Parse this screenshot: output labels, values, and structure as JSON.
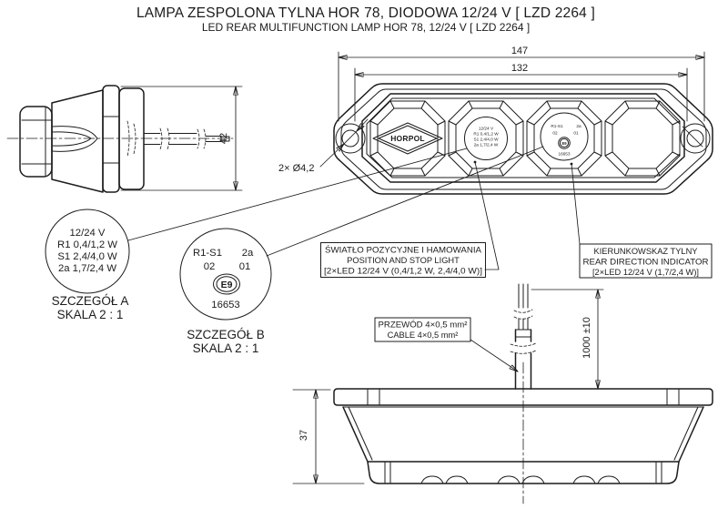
{
  "title": {
    "line1": "LAMPA ZESPOLONA TYLNA HOR 78, DIODOWA 12/24 V [ LZD 2264 ]",
    "line2": "LED REAR MULTIFUNCTION LAMP HOR 78, 12/24 V [ LZD 2264 ]"
  },
  "dimensions": {
    "overall_width": "147",
    "hole_spacing": "132",
    "side_height": "42",
    "body_depth": "37",
    "cable_length": "1000 ±10",
    "hole_callout": "2× Ø4,2"
  },
  "detail_a": {
    "lines": [
      "12/24 V",
      "R1 0,4/1,2 W",
      "S1 2,4/4,0 W",
      "2a 1,7/2,4 W"
    ],
    "caption1": "SZCZEGÓŁ A",
    "caption2": "SKALA 2 : 1"
  },
  "detail_b": {
    "row1_left": "R1-S1",
    "row1_right": "2a",
    "row2_left": "02",
    "row2_right": "01",
    "emark": "E9",
    "approval_number": "16653",
    "caption1": "SZCZEGÓŁ B",
    "caption2": "SKALA 2 : 1"
  },
  "labels": {
    "position_stop": [
      "ŚWIATŁO POZYCYJNE I HAMOWANIA",
      "POSITION AND STOP LIGHT",
      "[2×LED 12/24 V (0,4/1,2 W, 2,4/4,0 W)]"
    ],
    "indicator": [
      "KIERUNKOWSKAZ TYLNY",
      "REAR DIRECTION INDICATOR",
      "[2×LED 12/24 V (1,7/2,4 W)]"
    ],
    "cable": [
      "PRZEWÓD 4×0,5 mm²",
      "CABLE 4×0,5 mm²"
    ]
  },
  "front_view": {
    "logo": "HORPOL",
    "lens_marking": [
      "12/24 V",
      "R1 0,4/1,2 W",
      "S1 2,4/4,0 W",
      "2a 1,7/2,4 W"
    ],
    "approval_marking": {
      "row1_left": "R1-S1",
      "row1_right": "2a",
      "row2_left": "02",
      "row2_right": "01",
      "emark": "E9",
      "number": "16653"
    }
  },
  "colors": {
    "line": "#1c1c1c",
    "background": "#ffffff"
  }
}
